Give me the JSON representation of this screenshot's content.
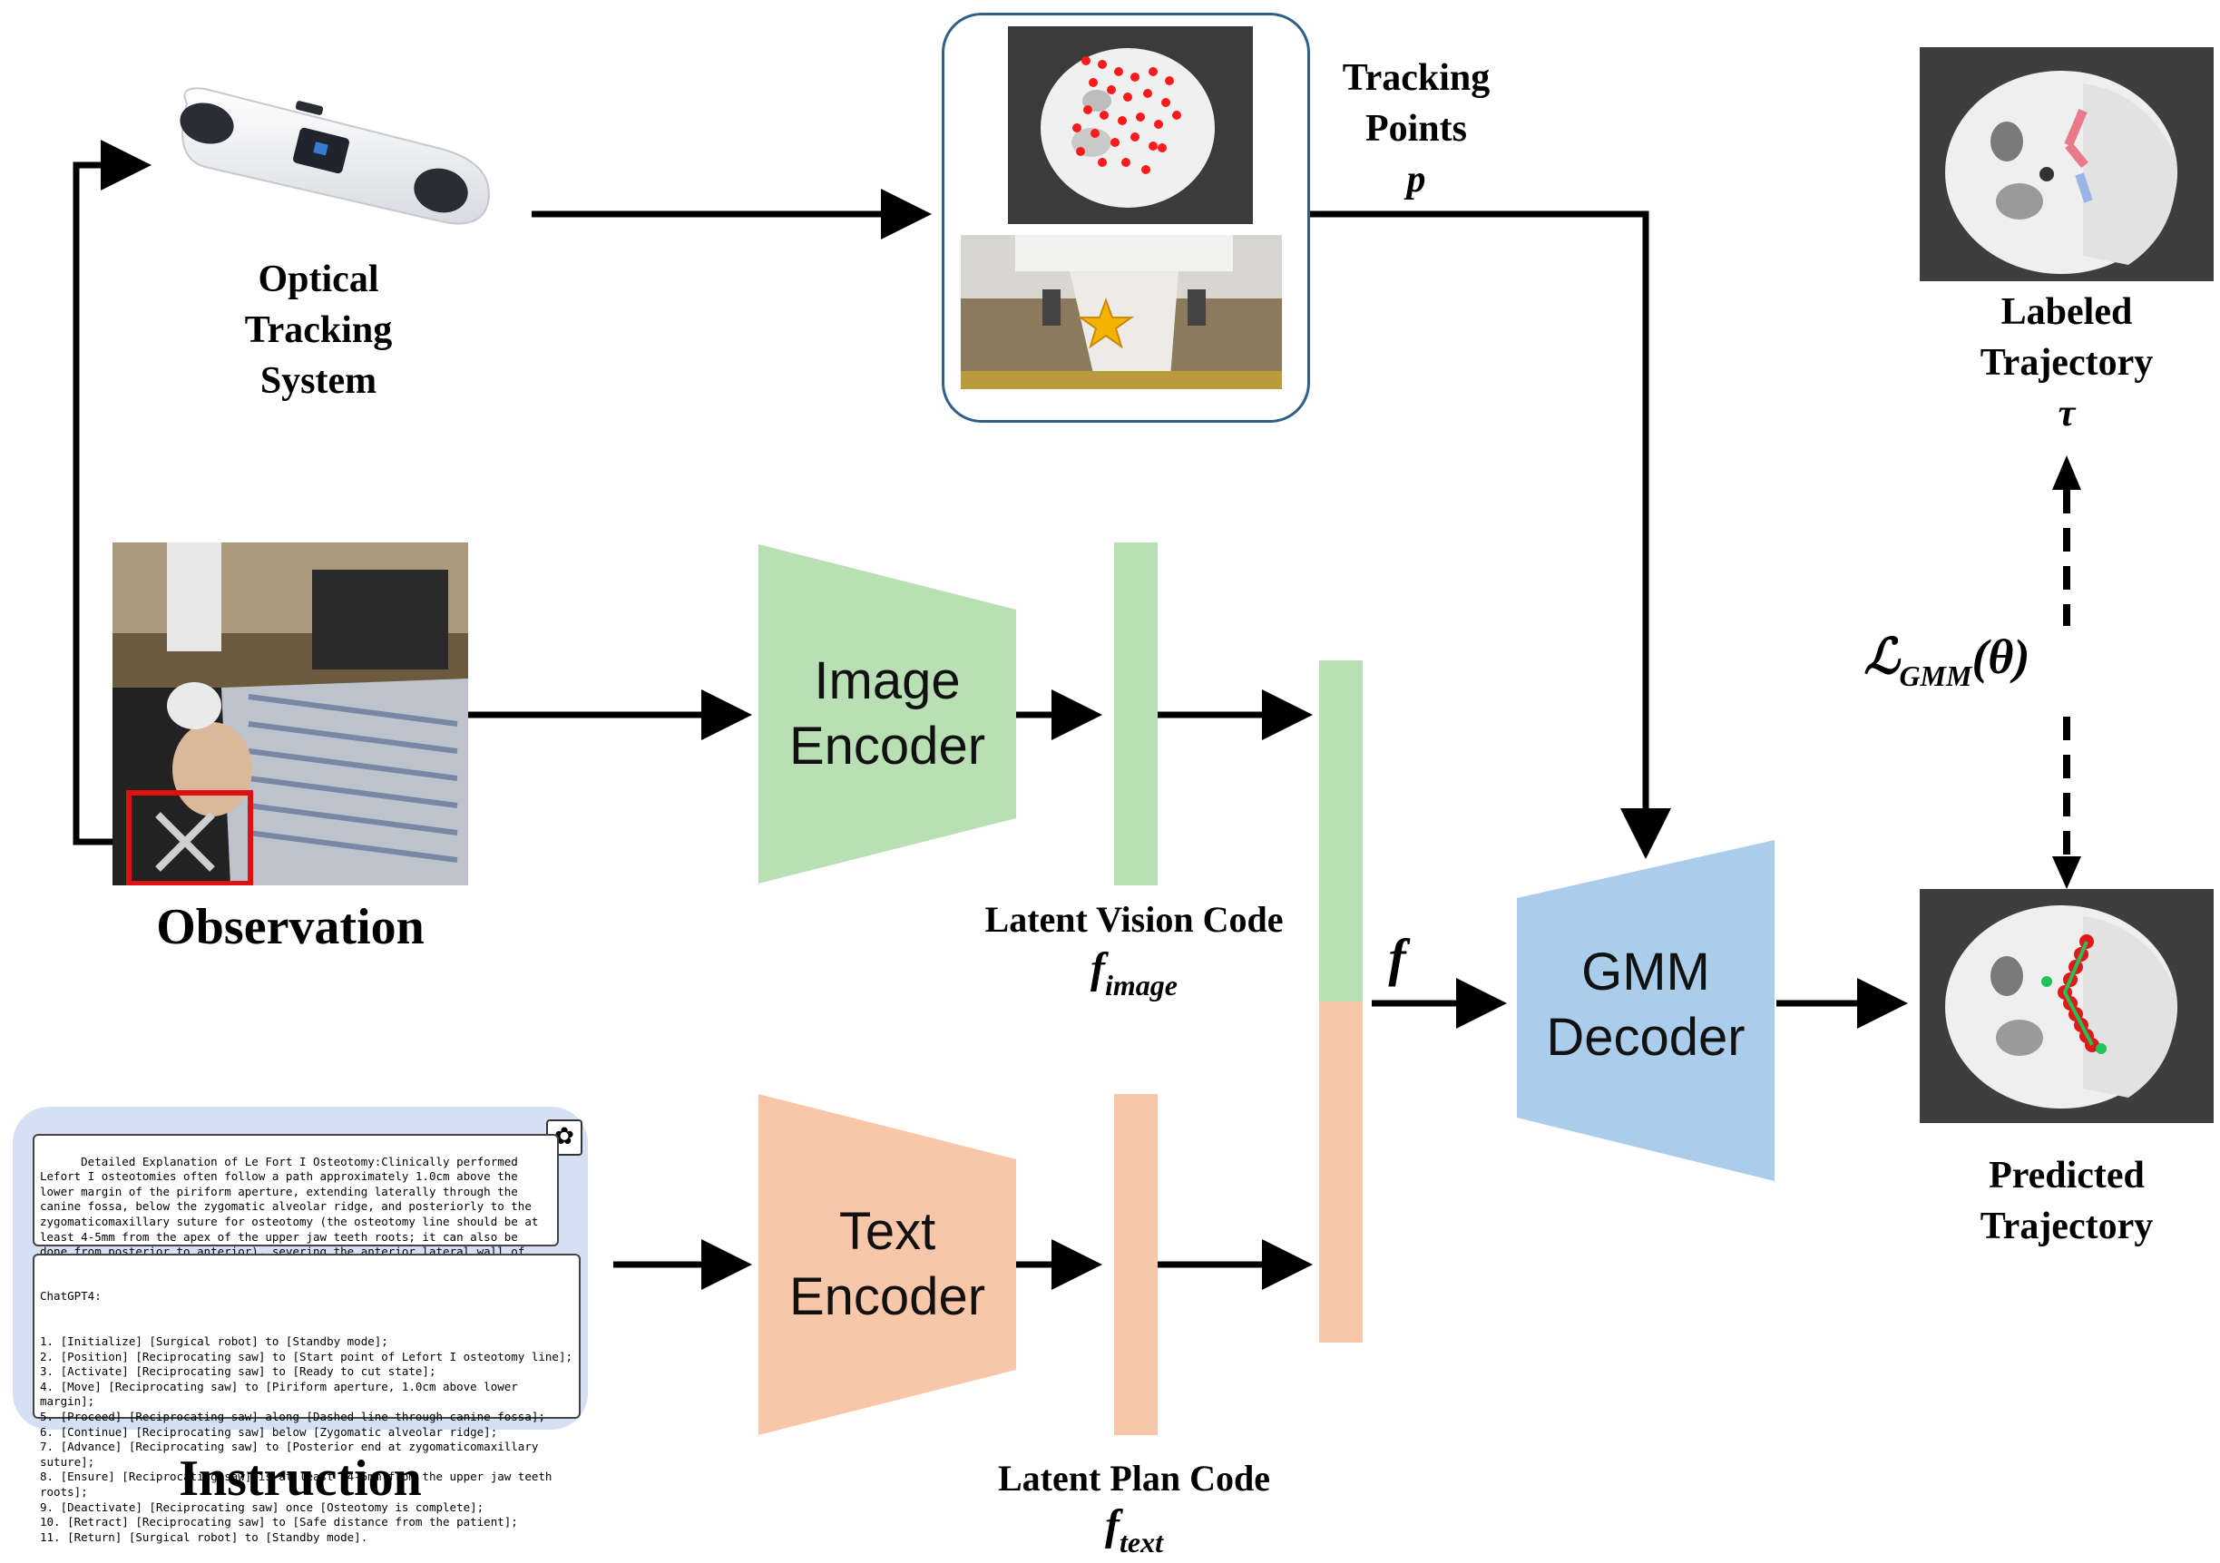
{
  "labels": {
    "optical_tracking": [
      "Optical",
      "Tracking",
      "System"
    ],
    "tracking_points": [
      "Tracking",
      "Points"
    ],
    "tracking_points_symbol": "p",
    "labeled_trajectory": [
      "Labeled",
      "Trajectory"
    ],
    "labeled_trajectory_symbol": "τ",
    "observation": "Observation",
    "instruction": "Instruction",
    "image_encoder": [
      "Image",
      "Encoder"
    ],
    "text_encoder": [
      "Text",
      "Encoder"
    ],
    "gmm_decoder": [
      "GMM",
      "Decoder"
    ],
    "latent_vision_code": "Latent Vision Code",
    "latent_vision_symbol": "f",
    "latent_vision_sub": "image",
    "latent_plan_code": "Latent Plan Code",
    "latent_plan_symbol": "f",
    "latent_plan_sub": "text",
    "fused_symbol": "f",
    "loss_symbol": "ℒ",
    "loss_sub": "GMM",
    "loss_arg": "(θ)",
    "predicted_trajectory": [
      "Predicted",
      "Trajectory"
    ]
  },
  "instruction_panel": {
    "explanation": "Detailed Explanation of Le Fort I Osteotomy:Clinically performed Lefort I osteotomies often follow a path approximately 1.0cm above the lower margin of the piriform aperture, extending laterally through the canine fossa, below the zygomatic alveolar ridge, and posteriorly to the zygomaticomaxillary suture for osteotomy (the osteotomy line should be at least 4-5mm from the apex of the upper jaw teeth roots; it can also be done from posterior to anterior), severing the anterior lateral wall of the maxilla.",
    "plan_header": "ChatGPT4:",
    "plan_steps": [
      "1. [Initialize] [Surgical robot] to [Standby mode];",
      "2. [Position] [Reciprocating saw] to [Start point of Lefort I osteotomy line];",
      "3. [Activate] [Reciprocating saw] to [Ready to cut state];",
      "4. [Move] [Reciprocating saw] to [Piriform aperture, 1.0cm above lower margin];",
      "5. [Proceed] [Reciprocating saw] along [Dashed line through canine fossa];",
      "6. [Continue] [Reciprocating saw] below [Zygomatic alveolar ridge];",
      "7. [Advance] [Reciprocating saw] to [Posterior end at zygomaticomaxillary suture];",
      "8. [Ensure] [Reciprocating saw] is at least [4-5mm from the upper jaw teeth roots];",
      "9. [Deactivate] [Reciprocating saw] once [Osteotomy is complete];",
      "10. [Retract] [Reciprocating saw] to [Safe distance from the patient];",
      "11. [Return] [Surgical robot] to [Standby mode]."
    ]
  },
  "colors": {
    "image_encoder": "#b8e0b4",
    "text_encoder": "#f8c6a8",
    "gmm_decoder": "#a9cdea",
    "tracking_panel_border": "#2e5f8a",
    "instruction_panel_bg": "#d5e0f4",
    "tracking_points": "#ff1a1a",
    "observation_box": "#e01010"
  }
}
